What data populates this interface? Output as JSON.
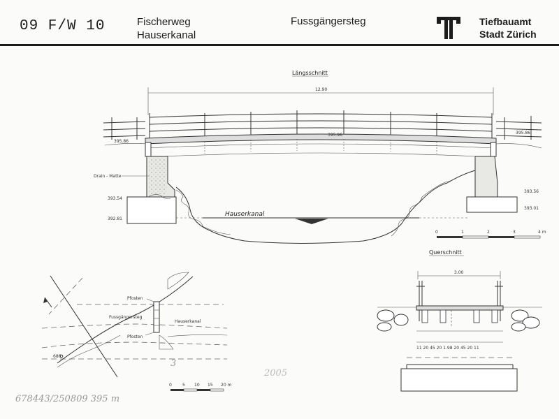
{
  "header": {
    "drawing_ref": "09  F/W 10",
    "location_line1": "Fischerweg",
    "location_line2": "Hauserkanal",
    "structure_type": "Fussgängersteg",
    "org_line1": "Tiefbauamt",
    "org_line2": "Stadt Zürich",
    "logo_icon": "tiefbauamt-logo-icon"
  },
  "elevation": {
    "title": "Längsschnitt",
    "span": "12.90",
    "left_deck_level": "395.86",
    "mid_deck_level": "395.96",
    "right_deck_level": "395.86",
    "drain_label": "Drain - Matte",
    "left_footing_top": "393.54",
    "left_footing_bottom": "392.81",
    "right_footing_top": "393.56",
    "right_footing_bottom": "393.01",
    "water_label": "Hauserkanal"
  },
  "scale_bar_elevation": [
    "0",
    "1",
    "2",
    "3",
    "4 m"
  ],
  "cross_section": {
    "title": "Querschnitt",
    "width": "3.00",
    "dims": "11 20  45  20      1.98      20  45  20 11"
  },
  "site_plan": {
    "post_top": "Pfosten",
    "post_bottom": "Pfosten",
    "bridge_label": "Fussgängersteg",
    "canal_label": "Hauserkanal",
    "point_label": "686",
    "parcel_number": "3",
    "scale": [
      "0",
      "5",
      "10",
      "15",
      "20 m"
    ]
  },
  "annotations": {
    "year": "2005",
    "coordinates": "678443/250809   395 m"
  }
}
